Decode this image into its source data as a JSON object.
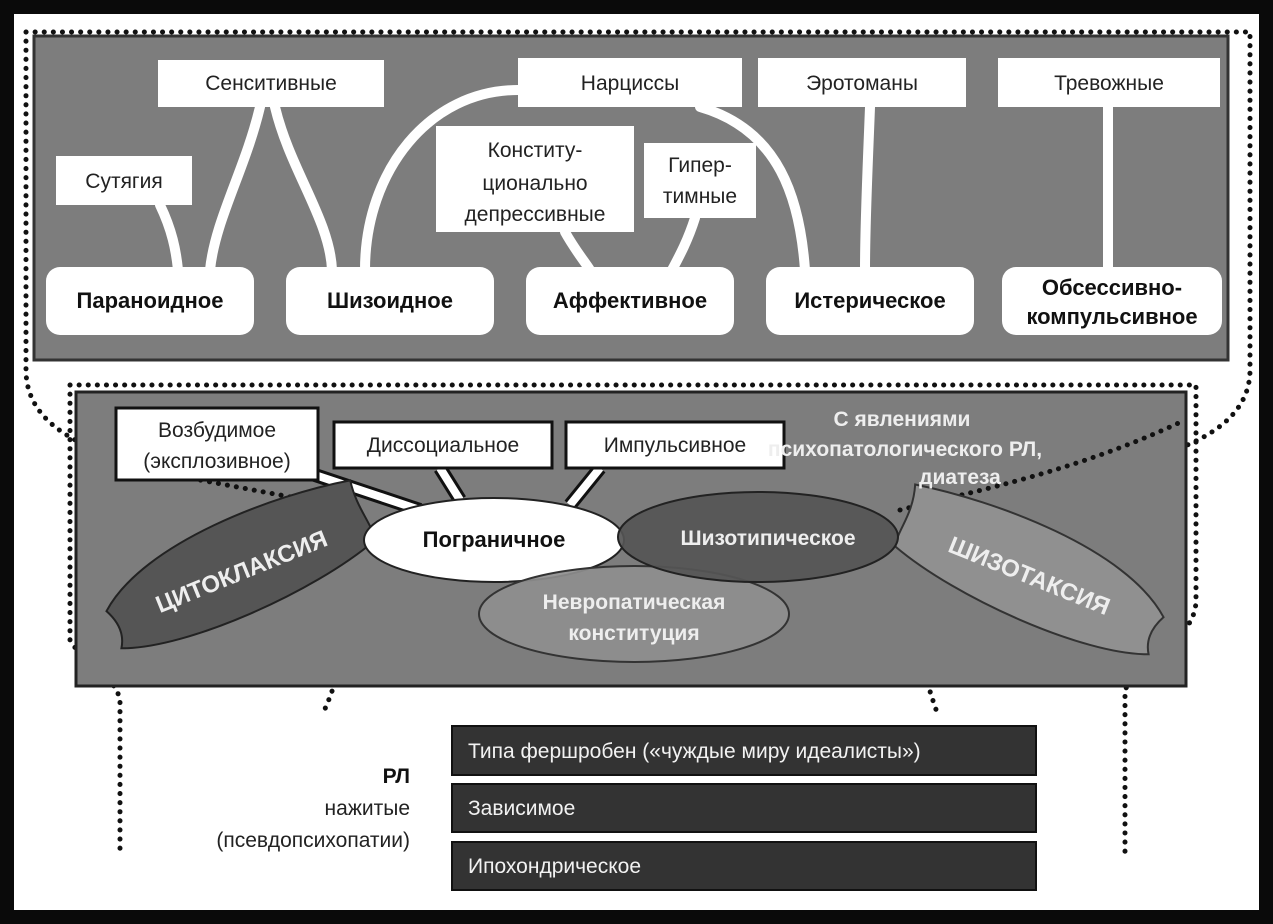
{
  "top_panel": {
    "subtypes": {
      "sensitive": "Сенситивные",
      "narcissists": "Нарциссы",
      "erotomaniacs": "Эротоманы",
      "anxious": "Тревожные",
      "litigious": "Сутягия",
      "constitutional_depressive": [
        "Конститу-",
        "ционально",
        "депрессивные"
      ],
      "hyperthymic": [
        "Гипер-",
        "тимные"
      ]
    },
    "main_types": {
      "paranoid": "Параноидное",
      "schizoid": "Шизоидное",
      "affective": "Аффективное",
      "hysterical": "Истерическое",
      "obsessive": [
        "Обсессивно-",
        "компульсивное"
      ]
    }
  },
  "middle_panel": {
    "excitable": [
      "Возбудимое",
      "(эксплозивное)"
    ],
    "dissocial": "Диссоциальное",
    "impulsive": "Импульсивное",
    "note": [
      "С явлениями",
      "психопатологического РЛ,",
      "диатеза"
    ],
    "borderline": "Пограничное",
    "schizotypal": "Шизотипическое",
    "neuropathic": [
      "Невропатическая",
      "конституция"
    ],
    "cytoclaxia": "ЦИТОКЛАКСИЯ",
    "schizotaxia": "ШИЗОТАКСИЯ"
  },
  "bottom": {
    "label": [
      "РЛ",
      "нажитые",
      "(псевдопсихопатии)"
    ],
    "items": [
      "Типа фершробен («чуждые миру идеалисты»)",
      "Зависимое",
      "Ипохондрическое"
    ]
  },
  "colors": {
    "panel": "#7d7d7d",
    "box": "#ffffff",
    "dark_box": "#333333"
  }
}
